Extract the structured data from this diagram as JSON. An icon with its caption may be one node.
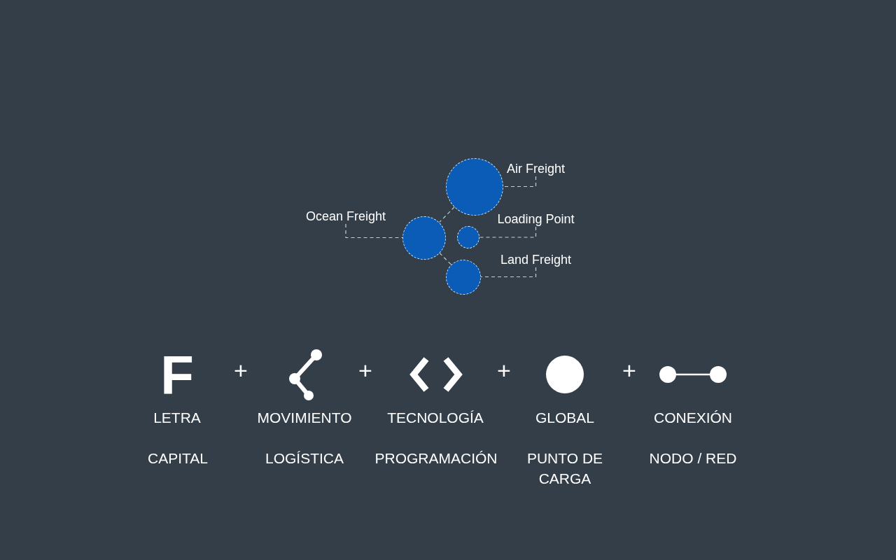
{
  "diagram": {
    "nodes": [
      {
        "text": [
          "Air Freight"
        ]
      },
      {
        "text": [],
        "shape": "circle"
      },
      {
        "text": [
          "Ocean Freight"
        ]
      },
      {
        "text": [],
        "shape": "circle"
      },
      {
        "text": [
          "Loading Point"
        ]
      },
      {
        "text": [],
        "shape": "circle"
      },
      {
        "text": [
          "Land Freight"
        ]
      },
      {
        "text": [],
        "shape": "circle"
      }
    ],
    "edges": [
      {
        "from": 0,
        "to": 1,
        "arrow": "none",
        "style": "dashed"
      },
      {
        "from": 2,
        "to": 3,
        "arrow": "none",
        "style": "dashed"
      },
      {
        "from": 4,
        "to": 5,
        "arrow": "none",
        "style": "dashed"
      },
      {
        "from": 6,
        "to": 7,
        "arrow": "none",
        "style": "dashed"
      },
      {
        "from": 1,
        "to": 3,
        "arrow": "none",
        "style": "dashed"
      },
      {
        "from": 3,
        "to": 7,
        "arrow": "none",
        "style": "dashed"
      }
    ],
    "labels": [
      "F",
      "+",
      "+",
      "+",
      "+",
      "LETRA",
      "MOVIMIENTO",
      "TECNOLOGÍA",
      "GLOBAL",
      "CONEXIÓN",
      "CAPITAL",
      "LOGÍSTICA",
      "PROGRAMACIÓN",
      "PUNTO DE CARGA",
      "NODO / RED"
    ]
  }
}
